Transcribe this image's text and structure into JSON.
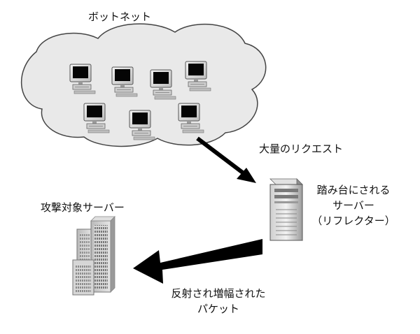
{
  "labels": {
    "botnet": "ボットネット",
    "mass_requests": "大量のリクエスト",
    "reflector_line1": "踏み台にされる",
    "reflector_line2": "サーバー",
    "reflector_line3": "（リフレクター）",
    "target": "攻撃対象サーバー",
    "reflected_line1": "反射され増幅された",
    "reflected_line2": "パケット"
  },
  "icons": {
    "bot_pc": "desktop-computer-icon",
    "reflector": "tower-server-icon",
    "target": "rack-server-icon"
  },
  "botnet": {
    "pc_count": 7
  },
  "colors": {
    "cloud_fill": "#e9e9e9",
    "cloud_stroke": "#444444",
    "arrow": "#000000",
    "text": "#111111"
  }
}
